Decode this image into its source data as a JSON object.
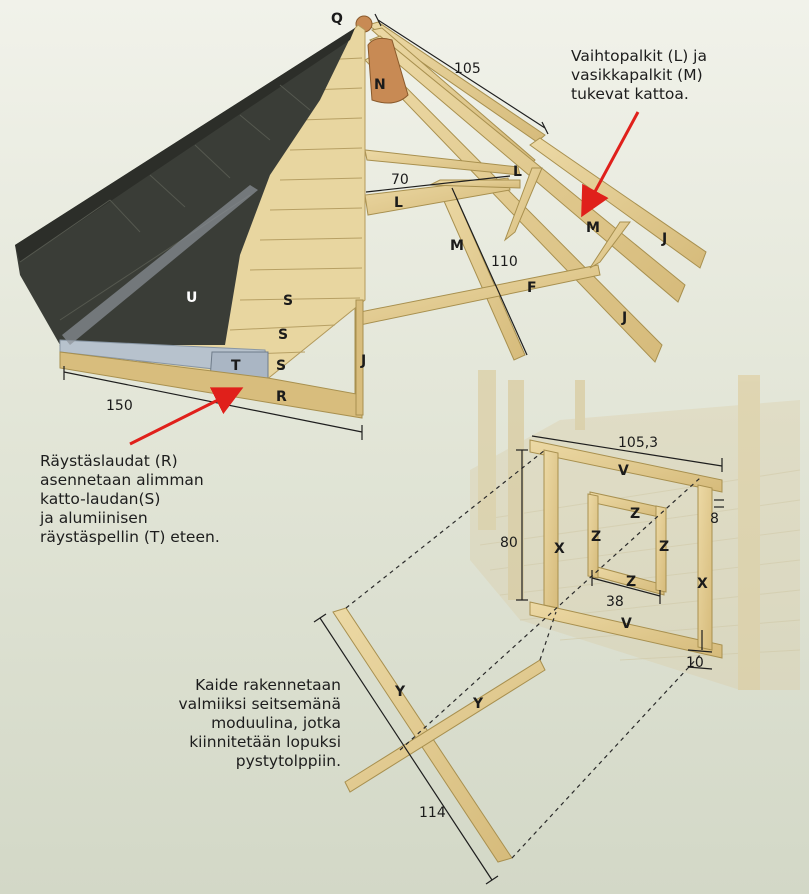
{
  "callouts": {
    "beams": [
      "Vaihtopalkit (L) ja",
      "vasikkapalkit (M)",
      "tukevat kattoa."
    ],
    "eaves": [
      "Räystäslaudat (R)",
      "asennetaan alimman",
      "katto-laudan(S)",
      "ja alumiinisen",
      "räystäspellin (T) eteen."
    ],
    "railing": [
      "Kaide rakennetaan",
      "valmiiksi seitsemänä",
      "moduulina, jotka",
      "kiinnitetään lopuksi",
      "pystytolppiin."
    ]
  },
  "parts": {
    "q": "Q",
    "n": "N",
    "l1": "L",
    "l2": "L",
    "m1": "M",
    "m2": "M",
    "j1": "J",
    "j2": "J",
    "j3": "J",
    "f": "F",
    "u": "U",
    "s1": "S",
    "s2": "S",
    "s3": "S",
    "t": "T",
    "r": "R",
    "v1": "V",
    "v2": "V",
    "x1": "X",
    "x2": "X",
    "z1": "Z",
    "z2": "Z",
    "z3": "Z",
    "z4": "Z",
    "y1": "Y",
    "y2": "Y"
  },
  "dimensions": {
    "d105": "105",
    "d70": "70",
    "d110": "110",
    "d150": "150",
    "d1053": "105,3",
    "d80": "80",
    "d8": "8",
    "d38": "38",
    "d10": "10",
    "d114": "114"
  },
  "colors": {
    "wood": "#e3cc92",
    "wood_dark": "#c9ad6c",
    "roof": "#3a3d37",
    "flashing": "#aab6c4",
    "arrow": "#e0201b",
    "line": "#1e1e1e"
  }
}
